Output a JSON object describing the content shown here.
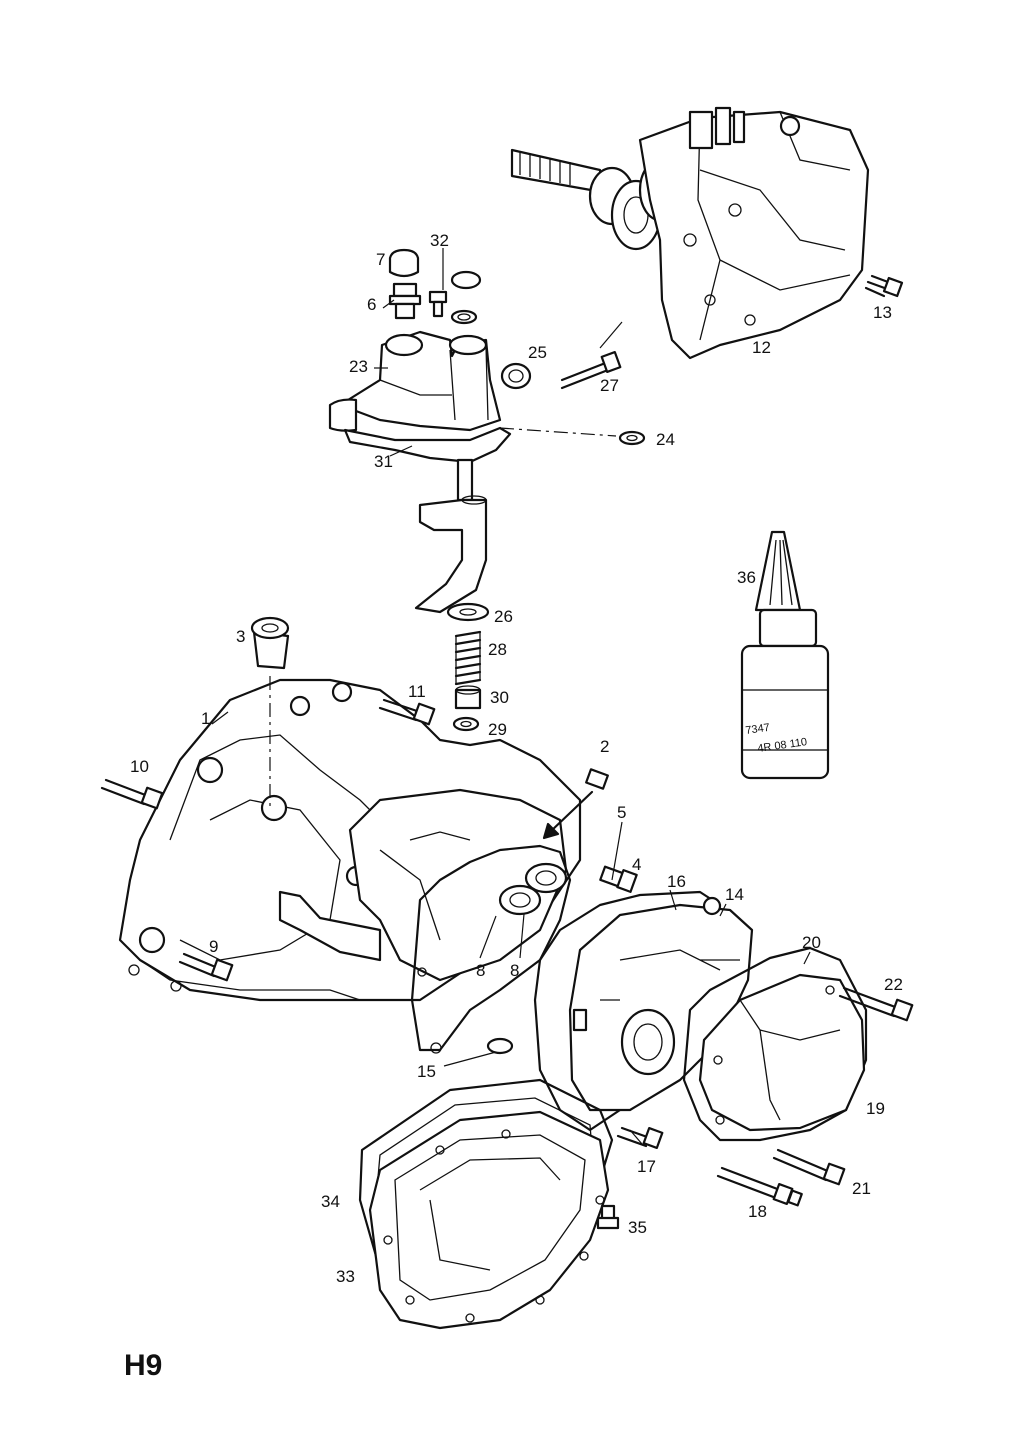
{
  "page": {
    "code": "H9"
  },
  "bottle": {
    "text_line1": "7347",
    "text_line2": "4R 08 110"
  },
  "callouts": [
    {
      "id": "1",
      "text": "1"
    },
    {
      "id": "2",
      "text": "2"
    },
    {
      "id": "3",
      "text": "3"
    },
    {
      "id": "4",
      "text": "4"
    },
    {
      "id": "5",
      "text": "5"
    },
    {
      "id": "6",
      "text": "6"
    },
    {
      "id": "7",
      "text": "7"
    },
    {
      "id": "8a",
      "text": "8"
    },
    {
      "id": "8b",
      "text": "8"
    },
    {
      "id": "9",
      "text": "9"
    },
    {
      "id": "10",
      "text": "10"
    },
    {
      "id": "11",
      "text": "11"
    },
    {
      "id": "12",
      "text": "12"
    },
    {
      "id": "13",
      "text": "13"
    },
    {
      "id": "14",
      "text": "14"
    },
    {
      "id": "15",
      "text": "15"
    },
    {
      "id": "16",
      "text": "16"
    },
    {
      "id": "17",
      "text": "17"
    },
    {
      "id": "18",
      "text": "18"
    },
    {
      "id": "19",
      "text": "19"
    },
    {
      "id": "20",
      "text": "20"
    },
    {
      "id": "21",
      "text": "21"
    },
    {
      "id": "22",
      "text": "22"
    },
    {
      "id": "23",
      "text": "23"
    },
    {
      "id": "24",
      "text": "24"
    },
    {
      "id": "25",
      "text": "25"
    },
    {
      "id": "26",
      "text": "26"
    },
    {
      "id": "27",
      "text": "27"
    },
    {
      "id": "28",
      "text": "28"
    },
    {
      "id": "29",
      "text": "29"
    },
    {
      "id": "30",
      "text": "30"
    },
    {
      "id": "31",
      "text": "31"
    },
    {
      "id": "32",
      "text": "32"
    },
    {
      "id": "33",
      "text": "33"
    },
    {
      "id": "34",
      "text": "34"
    },
    {
      "id": "35",
      "text": "35"
    },
    {
      "id": "36",
      "text": "36"
    }
  ]
}
